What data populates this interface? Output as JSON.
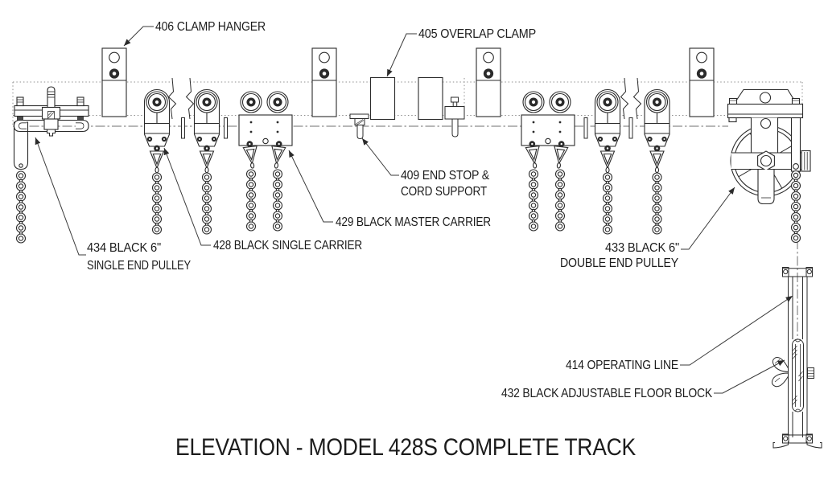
{
  "title": "ELEVATION - MODEL 428S COMPLETE TRACK",
  "colors": {
    "ink": "#2b2b2b",
    "guide": "#8f8f8f",
    "background": "#ffffff"
  },
  "labels": {
    "clamp_hanger": "406 CLAMP HANGER",
    "overlap_clamp": "405 OVERLAP CLAMP",
    "end_stop_line1": "409 END STOP &",
    "end_stop_line2": "CORD SUPPORT",
    "master_carrier": "429 BLACK MASTER CARRIER",
    "single_carrier": "428 BLACK SINGLE CARRIER",
    "single_end_pulley_line1": "434 BLACK 6\"",
    "single_end_pulley_line2": "SINGLE END PULLEY",
    "double_end_pulley_line1": "433 BLACK 6\"",
    "double_end_pulley_line2": "DOUBLE END PULLEY",
    "operating_line": "414 OPERATING LINE",
    "floor_block": "432 BLACK ADJUSTABLE FLOOR BLOCK"
  }
}
